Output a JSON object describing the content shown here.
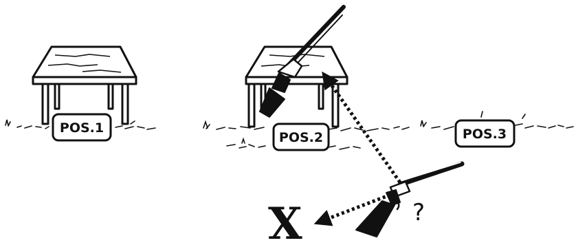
{
  "positions": [
    {
      "label": "POS.1"
    },
    {
      "label": "POS.2"
    },
    {
      "label": "POS.3"
    }
  ],
  "question_mark": "?",
  "x_mark": "X",
  "colors": {
    "ink": "#111111",
    "paper": "#ffffff"
  }
}
